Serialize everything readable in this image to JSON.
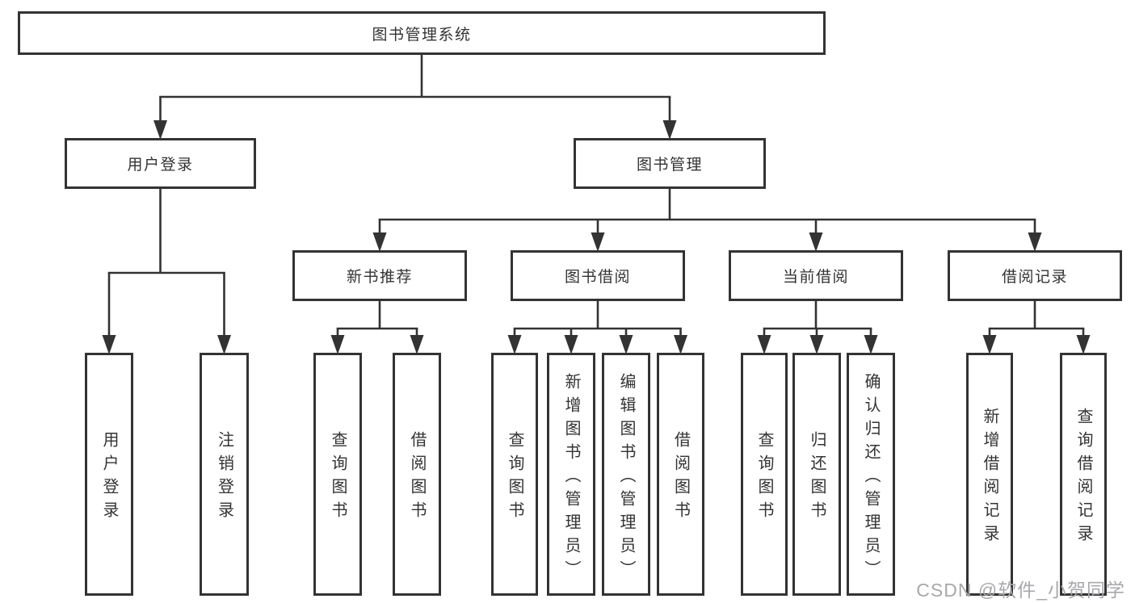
{
  "diagram": {
    "nodes": [
      {
        "id": "root",
        "label": "图书管理系统",
        "orientation": "horizontal",
        "level": 0
      },
      {
        "id": "login",
        "label": "用户登录",
        "orientation": "horizontal",
        "level": 1
      },
      {
        "id": "mgmt",
        "label": "图书管理",
        "orientation": "horizontal",
        "level": 1
      },
      {
        "id": "newbook",
        "label": "新书推荐",
        "orientation": "horizontal",
        "level": 2
      },
      {
        "id": "borrow",
        "label": "图书借阅",
        "orientation": "horizontal",
        "level": 2
      },
      {
        "id": "current",
        "label": "当前借阅",
        "orientation": "horizontal",
        "level": 2
      },
      {
        "id": "records",
        "label": "借阅记录",
        "orientation": "horizontal",
        "level": 2
      },
      {
        "id": "user-login",
        "label": "用户登录",
        "orientation": "vertical",
        "level": 3
      },
      {
        "id": "logout",
        "label": "注销登录",
        "orientation": "vertical",
        "level": 3
      },
      {
        "id": "nb-query",
        "label": "查询图书",
        "orientation": "vertical",
        "level": 3
      },
      {
        "id": "nb-borrow",
        "label": "借阅图书",
        "orientation": "vertical",
        "level": 3
      },
      {
        "id": "bw-query",
        "label": "查询图书",
        "orientation": "vertical",
        "level": 3
      },
      {
        "id": "bw-add",
        "label": "新增图书（管理员）",
        "orientation": "vertical",
        "level": 3
      },
      {
        "id": "bw-edit",
        "label": "编辑图书（管理员）",
        "orientation": "vertical",
        "level": 3
      },
      {
        "id": "bw-borrow",
        "label": "借阅图书",
        "orientation": "vertical",
        "level": 3
      },
      {
        "id": "cur-query",
        "label": "查询图书",
        "orientation": "vertical",
        "level": 3
      },
      {
        "id": "cur-return",
        "label": "归还图书",
        "orientation": "vertical",
        "level": 3
      },
      {
        "id": "cur-confirm",
        "label": "确认归还（管理员）",
        "orientation": "vertical",
        "level": 3
      },
      {
        "id": "rec-add",
        "label": "新增借阅记录",
        "orientation": "vertical",
        "level": 3
      },
      {
        "id": "rec-query",
        "label": "查询借阅记录",
        "orientation": "vertical",
        "level": 3
      }
    ]
  },
  "watermark": "CSDN @软件_小贺同学",
  "colors": {
    "line": "#333333",
    "text": "#333333",
    "box_background": "#ffffff",
    "watermark": "#a8a8ac",
    "background": "#ffffff"
  }
}
